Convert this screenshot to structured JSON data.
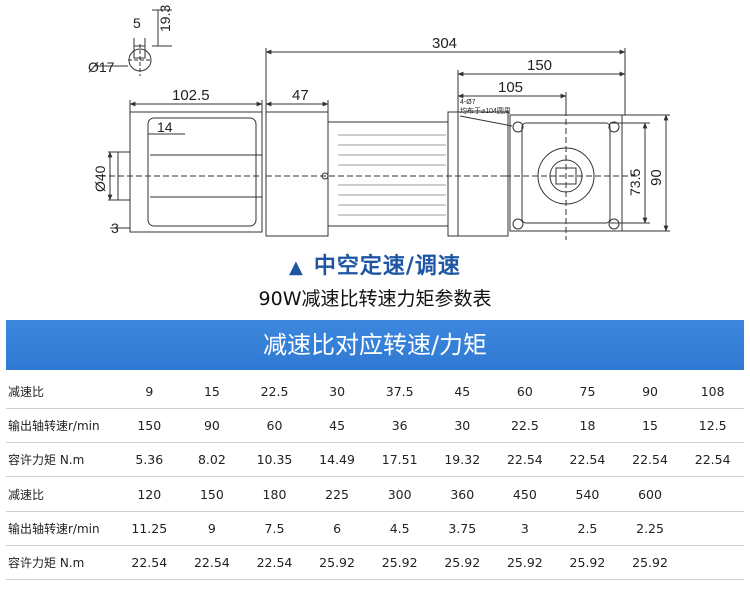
{
  "drawing": {
    "dims": {
      "shaft_key": "5",
      "shaft_height": "19.3",
      "shaft_dia": "Ø17",
      "total_length": "304",
      "gearbox_length": "102.5",
      "motor_segment": "47",
      "flange_length": "150",
      "bolt_circle_len": "105",
      "bore_depth": "14",
      "hole_dia": "Ø40",
      "offset": "3",
      "mount_height": "73.5",
      "overall_height": "90"
    },
    "hole_note_line1": "4-Ø7",
    "hole_note_line2": "均布于⌀104圆周"
  },
  "header": {
    "triangle": "▲",
    "title": "中空定速/调速",
    "subtitle": "90W减速比转速力矩参数表"
  },
  "banner": {
    "label": "减速比对应转速/力矩"
  },
  "table": {
    "rows": [
      {
        "label": "减速比",
        "cells": [
          "9",
          "15",
          "22.5",
          "30",
          "37.5",
          "45",
          "60",
          "75",
          "90",
          "108"
        ]
      },
      {
        "label": "输出轴转速r/min",
        "cells": [
          "150",
          "90",
          "60",
          "45",
          "36",
          "30",
          "22.5",
          "18",
          "15",
          "12.5"
        ]
      },
      {
        "label": "容许力矩 N.m",
        "cells": [
          "5.36",
          "8.02",
          "10.35",
          "14.49",
          "17.51",
          "19.32",
          "22.54",
          "22.54",
          "22.54",
          "22.54"
        ]
      },
      {
        "label": "减速比",
        "cells": [
          "120",
          "150",
          "180",
          "225",
          "300",
          "360",
          "450",
          "540",
          "600",
          ""
        ]
      },
      {
        "label": "输出轴转速r/min",
        "cells": [
          "11.25",
          "9",
          "7.5",
          "6",
          "4.5",
          "3.75",
          "3",
          "2.5",
          "2.25",
          ""
        ]
      },
      {
        "label": "容许力矩 N.m",
        "cells": [
          "22.54",
          "22.54",
          "22.54",
          "25.92",
          "25.92",
          "25.92",
          "25.92",
          "25.92",
          "25.92",
          ""
        ]
      }
    ]
  }
}
